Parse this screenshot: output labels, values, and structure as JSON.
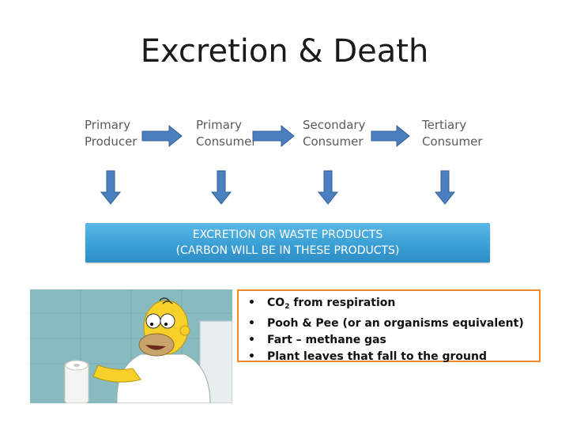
{
  "title": "Excretion & Death",
  "chain": [
    {
      "line1": "Primary",
      "line2": "Producer"
    },
    {
      "line1": "Primary",
      "line2": "Consumer"
    },
    {
      "line1": "Secondary",
      "line2": "Consumer"
    },
    {
      "line1": "Tertiary",
      "line2": "Consumer"
    }
  ],
  "banner": {
    "line1": "EXCRETION OR WASTE PRODUCTS",
    "line2": "(CARBON WILL BE IN THESE PRODUCTS)"
  },
  "list": {
    "bullet": "•",
    "items": [
      {
        "pre": "CO",
        "sub": "2",
        "post": " from respiration"
      },
      {
        "pre": "Pooh & Pee (or an organisms equivalent)"
      },
      {
        "pre": "Fart – methane gas"
      },
      {
        "pre": "Plant leaves that fall to the ground"
      }
    ]
  },
  "colors": {
    "arrow_fill": "#4a7fc0",
    "arrow_stroke": "#34609a",
    "banner": "#3a9fd4",
    "list_border": "#f08a24"
  },
  "icons": {
    "flow_arrow": "right-arrow-icon",
    "down_arrow": "down-arrow-icon"
  }
}
